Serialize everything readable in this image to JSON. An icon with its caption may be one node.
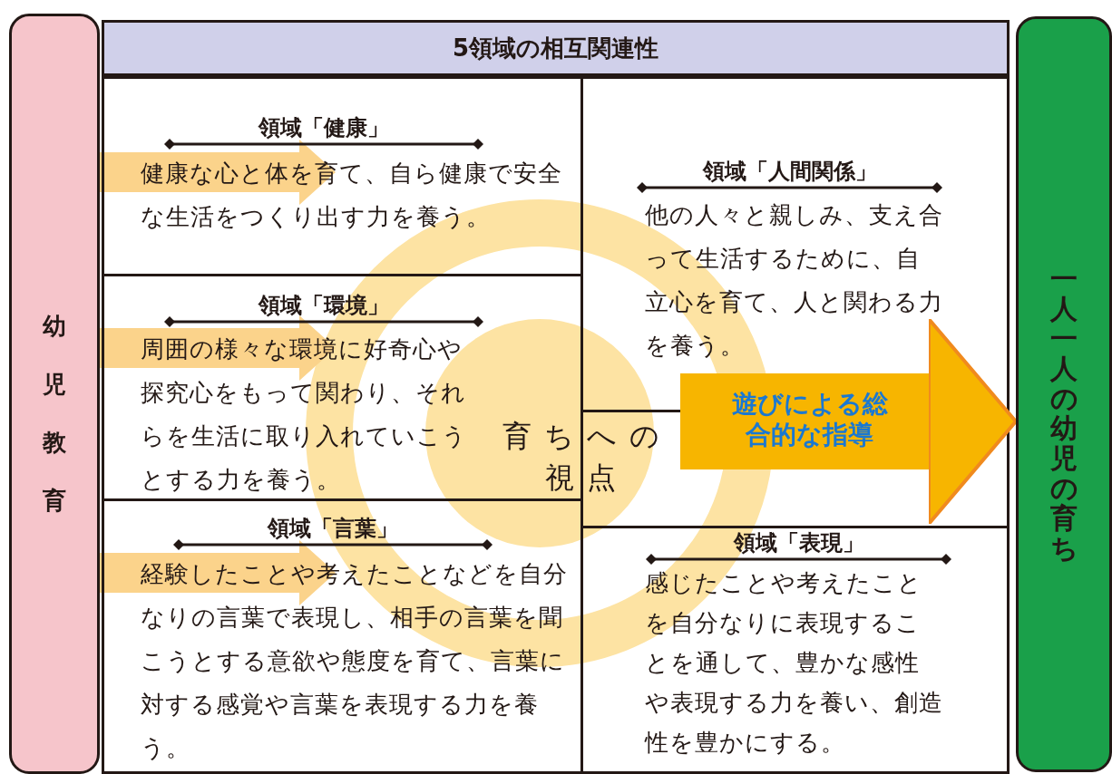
{
  "diagram": {
    "nodes": [
      {
        "text": [
          "幼児教育"
        ]
      },
      {
        "text": [
          "5領域の相互関連性"
        ]
      },
      {
        "text": [
          "領域「健康」",
          "健康な心と体を育て、自ら健康で安全な生活をつくり出す力を養う。"
        ]
      },
      {
        "text": [
          "領域「環境」",
          "周囲の様々な環境に好奇心や探究心をもって関わり、それらを生活に取り入れていこうとする力を養う。"
        ]
      },
      {
        "text": [
          "領域「言葉」",
          "経験したことや考えたことなどを自分なりの言葉で表現し、相手の言葉を聞こうとする意欲や態度を育て、言葉に対する感覚や言葉を表現する力を養う。"
        ]
      },
      {
        "text": [
          "領域「人間関係」",
          "他の人々と親しみ、支え合って生活するために、自立心を育て、人と関わる力を養う。"
        ]
      },
      {
        "text": [
          "領域「表現」",
          "感じたことや考えたことを自分なりに表現することを通して、豊かな感性や表現する力を養い、創造性を豊かにする。"
        ]
      },
      {
        "text": [
          "育ちへの視点"
        ]
      },
      {
        "text": [
          "一人一人の幼児の育ち"
        ]
      }
    ],
    "edges": [
      {
        "from": 0,
        "to": 2,
        "arrow": "to"
      },
      {
        "from": 0,
        "to": 3,
        "arrow": "to"
      },
      {
        "from": 0,
        "to": 4,
        "arrow": "to"
      },
      {
        "from": 7,
        "to": 8,
        "arrow": "to",
        "label": "遊びによる総合的な指導",
        "style": "thick",
        "color": "#f7b500"
      }
    ]
  }
}
